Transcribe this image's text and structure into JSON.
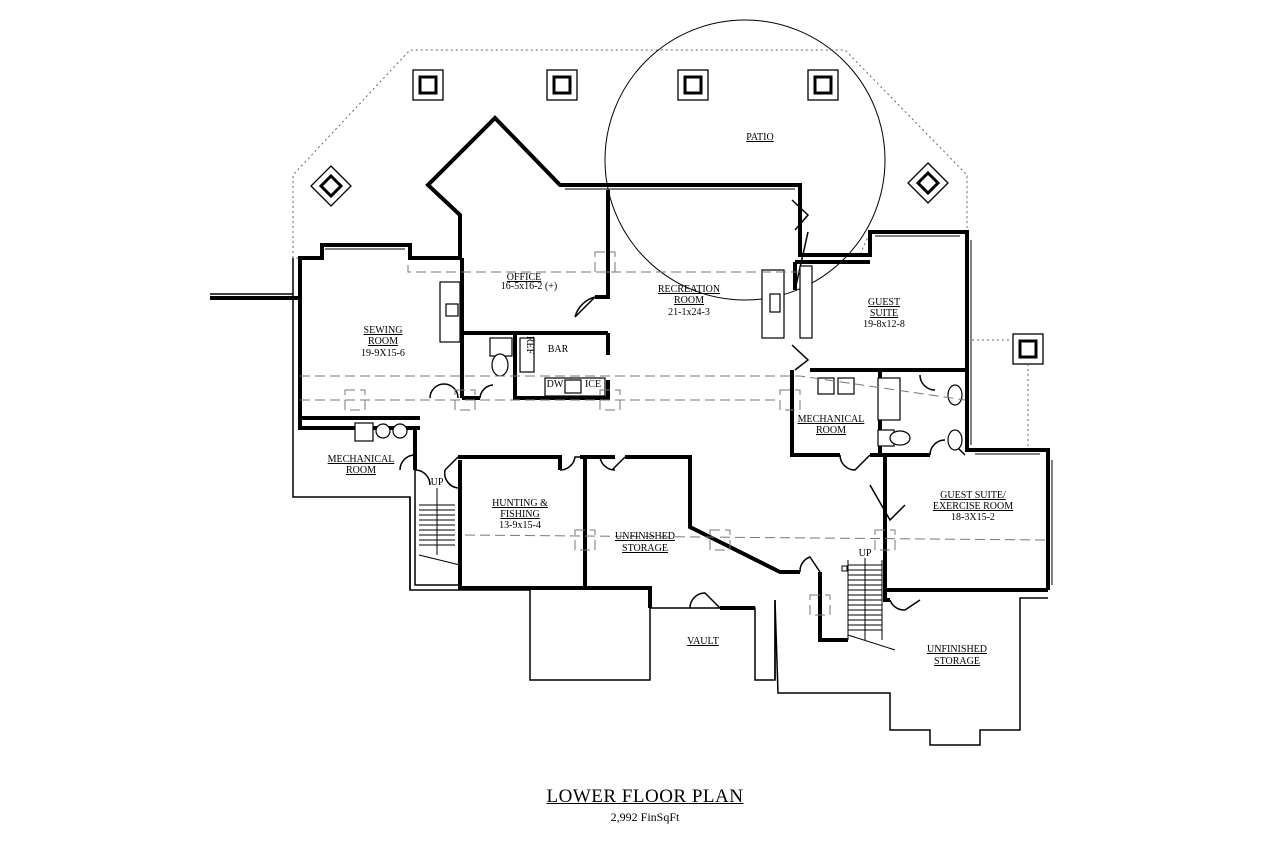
{
  "plan": {
    "title": "LOWER FLOOR PLAN",
    "subtitle": "2,992 FinSqFt"
  },
  "rooms": {
    "patio": "PATIO",
    "office_name": "OFFICE",
    "office_dim": "16-5x16-2 (+)",
    "recreation_line1": "RECREATION",
    "recreation_line2": "ROOM",
    "recreation_dim": "21-1x24-3",
    "guest_line1": "GUEST",
    "guest_line2": "SUITE",
    "guest_dim": "19-8x12-8",
    "sewing_line1": "SEWING",
    "sewing_line2": "ROOM",
    "sewing_dim": "19-9X15-6",
    "bar": "BAR",
    "ref": "REF",
    "dw": "DW",
    "ice": "ICE",
    "mech_left_line1": "MECHANICAL",
    "mech_left_line2": "ROOM",
    "mech_right_line1": "MECHANICAL",
    "mech_right_line2": "ROOM",
    "up_left": "UP",
    "up_right": "UP",
    "hunting_line1": "HUNTING &",
    "hunting_line2": "FISHING",
    "hunting_dim": "13-9x15-4",
    "storage1_line1": "UNFINISHED",
    "storage1_line2": "STORAGE",
    "guest2_line1": "GUEST SUITE/",
    "guest2_line2": "EXERCISE ROOM",
    "guest2_dim": "18-3X15-2",
    "vault": "VAULT",
    "storage2_line1": "UNFINISHED",
    "storage2_line2": "STORAGE"
  }
}
